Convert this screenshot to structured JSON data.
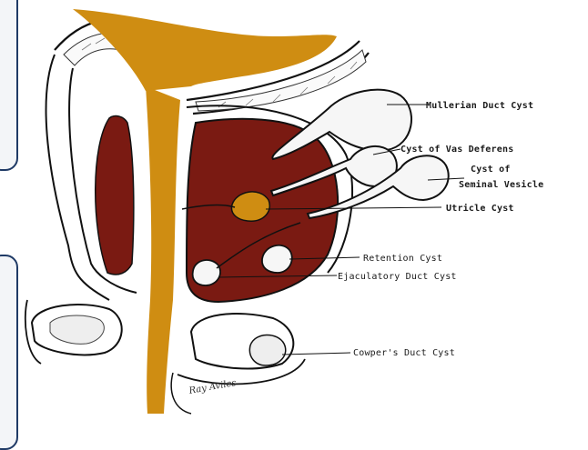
{
  "diagram": {
    "colors": {
      "urethra": "#cf8d12",
      "prostate": "#7a1a12",
      "outline": "#111111",
      "cyst_fill": "#f6f6f6",
      "frame_border": "#1f3a66"
    },
    "labels": {
      "mullerian": "Mullerian Duct Cyst",
      "vas_deferens": "Cyst of Vas Deferens",
      "seminal_1": "Cyst of",
      "seminal_2": "Seminal Vesicle",
      "utricle": "Utricle Cyst",
      "retention": "Retention Cyst",
      "ejaculatory": "Ejaculatory Duct Cyst",
      "coopers": "Cowper's Duct Cyst"
    },
    "signature": "Ray Aviles"
  }
}
